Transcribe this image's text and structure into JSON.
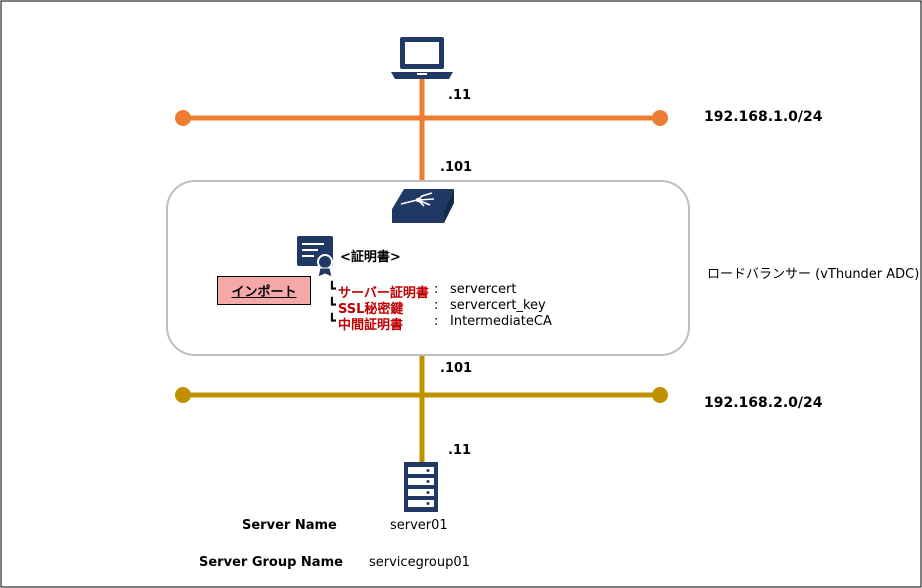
{
  "network_top": {
    "subnet": "192.168.1.0/24",
    "client_ip": ".11",
    "lb_ip": ".101",
    "color": "#ed7d31"
  },
  "network_bottom": {
    "subnet": "192.168.2.0/24",
    "server_ip": ".11",
    "lb_ip": ".101",
    "color": "#bf9000"
  },
  "load_balancer": {
    "label": "ロードバランサー (vThunder ADC)"
  },
  "certificate": {
    "heading": "<証明書>",
    "import_label": "インポート",
    "tick": "┗",
    "items": [
      {
        "name": "サーバー証明書",
        "value": "servercert"
      },
      {
        "name": "SSL秘密鍵",
        "value": "servercert_key"
      },
      {
        "name": "中間証明書",
        "value": "IntermediateCA"
      }
    ]
  },
  "server": {
    "name_label": "Server Name",
    "name_value": "server01",
    "group_label": "Server Group Name",
    "group_value": "servicegroup01"
  },
  "colors": {
    "icon_blue": "#1f3864",
    "accent_red": "#c00000",
    "import_fill": "#f4a8a8"
  },
  "icons": [
    "laptop-icon",
    "switch-icon",
    "certificate-icon",
    "server-icon"
  ]
}
